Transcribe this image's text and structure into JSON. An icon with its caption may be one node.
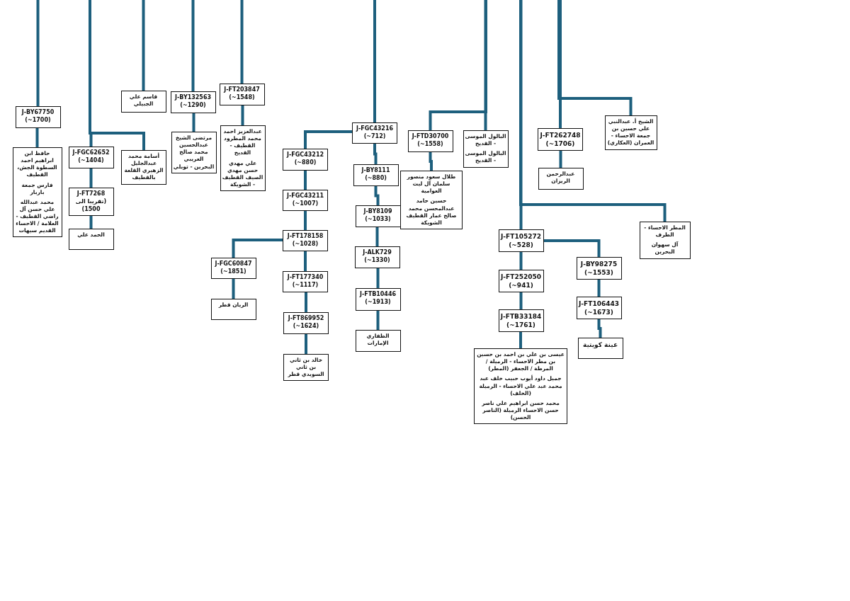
{
  "diagram": {
    "nodes": [
      {
        "text": [
          "J-BY67750",
          "(~1700)"
        ]
      },
      {
        "text": [
          "حافظ ابن ابراهيم احمد السطوة الجش، القطيف",
          "فارس جمعة باربار",
          "محمد عبدالله علي حسن آل راضي القطيف - العلامة / الاحساء القديم سيهات"
        ]
      },
      {
        "text": [
          "J-FGC62652",
          "(~1404)"
        ]
      },
      {
        "text": [
          "أسامة محمد عبدالجليل الزهيري القلعة بالقطيف"
        ]
      },
      {
        "text": [
          "J-FT7268",
          "(تقريبا الى 1500)"
        ]
      },
      {
        "text": [
          "الحمد علي"
        ]
      },
      {
        "text": [
          "قاسم علي الجبيلي"
        ]
      },
      {
        "text": [
          "J-BY132563",
          "(~1290)"
        ]
      },
      {
        "text": [
          "مرتضى الشيخ عبدالحسين محمد صالح العريبي البحرين - توبلي"
        ]
      },
      {
        "text": [
          "J-FT203847",
          "(~1548)"
        ]
      },
      {
        "text": [
          "عبدالعزيز احمد محمد المطرود القطيف - القديح",
          "علي مهدي حسن مهدي الصيف القطيف - الشويكة"
        ]
      },
      {
        "text": [
          "J-FGC43216",
          "(~712)"
        ]
      },
      {
        "text": [
          "J-FGC43212",
          "(~880)"
        ]
      },
      {
        "text": [
          "J-FGC43211",
          "(~1007)"
        ]
      },
      {
        "text": [
          "J-FT178158",
          "(~1028)"
        ]
      },
      {
        "text": [
          "J-FGC60847",
          "(~1851)"
        ]
      },
      {
        "text": [
          "الريان قطر"
        ]
      },
      {
        "text": [
          "J-FT177340",
          "(~1117)"
        ]
      },
      {
        "text": [
          "J-FT869952",
          "(~1624)"
        ]
      },
      {
        "text": [
          "خالد بن ثاني بن ثاني السويدي قطر"
        ]
      },
      {
        "text": [
          "J-BY8111",
          "(~880)"
        ]
      },
      {
        "text": [
          "J-BY8109",
          "(~1033)"
        ]
      },
      {
        "text": [
          "J-ALK729",
          "(~1330)"
        ]
      },
      {
        "text": [
          "J-FTB10446",
          "(~1913)"
        ]
      },
      {
        "text": [
          "الظفاري الإمارات"
        ]
      },
      {
        "text": [
          "J-FTD30700",
          "(~1558)"
        ]
      },
      {
        "text": [
          "البالول الموسى - القديح",
          "البالول الموسى - القديح"
        ]
      },
      {
        "text": [
          "طلال سعود منصور سلمان آل ليث العوامية",
          "حسين حامد عبدالمحسن محمد صالح عمار القطيف الشويكة"
        ]
      },
      {
        "text": [
          "المطر الاحساء - الطرف",
          "آل سهوان البحرين"
        ]
      },
      {
        "text": [
          "J-FT105272",
          "(~528)"
        ]
      },
      {
        "text": [
          "J-FT252050",
          "(~941)"
        ]
      },
      {
        "text": [
          "J-FTB33184",
          "(~1761)"
        ]
      },
      {
        "text": [
          "عيسى بن علي بن احمد بن حسين بن مطر الاحساء - الرميلة / المرطة / الجعفر (المطر)",
          "جميل داود أيوب حبيب خلف عبد محمد عبد علي الاحساء - الرميلة (الخلف)",
          "محمد حسن ابراهيم علي ناصر حسن الاحساء الرميلة (الناصر الحسن)"
        ]
      },
      {
        "text": [
          "J-BY98275",
          "(~1553)"
        ]
      },
      {
        "text": [
          "J-FT106443",
          "(~1673)"
        ]
      },
      {
        "text": [
          "عينة كويتية"
        ]
      },
      {
        "text": [
          "J-FT262748",
          "(~1706)"
        ]
      },
      {
        "text": [
          "الشيخ أ. عبدالنبي علي حسين بن جمعة الاحساء - العمران (العكاري)"
        ]
      },
      {
        "text": [
          "عبدالرحمن الريزان"
        ]
      }
    ],
    "edges": [
      {
        "from": null,
        "to": 0,
        "arrow": "none"
      },
      {
        "from": 0,
        "to": 1,
        "arrow": "none"
      },
      {
        "from": null,
        "to": 2,
        "arrow": "none"
      },
      {
        "from": null,
        "to": 3,
        "arrow": "none"
      },
      {
        "from": 2,
        "to": 4,
        "arrow": "none"
      },
      {
        "from": 4,
        "to": 5,
        "arrow": "none"
      },
      {
        "from": null,
        "to": 6,
        "arrow": "none"
      },
      {
        "from": null,
        "to": 7,
        "arrow": "none"
      },
      {
        "from": 7,
        "to": 8,
        "arrow": "none"
      },
      {
        "from": null,
        "to": 9,
        "arrow": "none"
      },
      {
        "from": 9,
        "to": 10,
        "arrow": "none"
      },
      {
        "from": null,
        "to": 11,
        "arrow": "none"
      },
      {
        "from": 11,
        "to": 12,
        "arrow": "none"
      },
      {
        "from": 12,
        "to": 13,
        "arrow": "none"
      },
      {
        "from": 13,
        "to": 14,
        "arrow": "none"
      },
      {
        "from": 14,
        "to": 15,
        "arrow": "none"
      },
      {
        "from": 15,
        "to": 16,
        "arrow": "none"
      },
      {
        "from": 14,
        "to": 17,
        "arrow": "none"
      },
      {
        "from": 17,
        "to": 18,
        "arrow": "none"
      },
      {
        "from": 18,
        "to": 19,
        "arrow": "none"
      },
      {
        "from": 11,
        "to": 20,
        "arrow": "none"
      },
      {
        "from": 20,
        "to": 21,
        "arrow": "none"
      },
      {
        "from": 21,
        "to": 22,
        "arrow": "none"
      },
      {
        "from": 22,
        "to": 23,
        "arrow": "none"
      },
      {
        "from": 23,
        "to": 24,
        "arrow": "none"
      },
      {
        "from": null,
        "to": 25,
        "arrow": "none"
      },
      {
        "from": null,
        "to": 26,
        "arrow": "none"
      },
      {
        "from": 25,
        "to": 27,
        "arrow": "none"
      },
      {
        "from": null,
        "to": 28,
        "arrow": "none"
      },
      {
        "from": null,
        "to": 29,
        "arrow": "none"
      },
      {
        "from": 29,
        "to": 30,
        "arrow": "none"
      },
      {
        "from": 30,
        "to": 31,
        "arrow": "none"
      },
      {
        "from": 31,
        "to": 32,
        "arrow": "none"
      },
      {
        "from": 29,
        "to": 33,
        "arrow": "none"
      },
      {
        "from": 33,
        "to": 34,
        "arrow": "none"
      },
      {
        "from": 34,
        "to": 35,
        "arrow": "none"
      },
      {
        "from": null,
        "to": 36,
        "arrow": "none"
      },
      {
        "from": null,
        "to": 37,
        "arrow": "none"
      },
      {
        "from": 36,
        "to": 38,
        "arrow": "none"
      }
    ]
  }
}
